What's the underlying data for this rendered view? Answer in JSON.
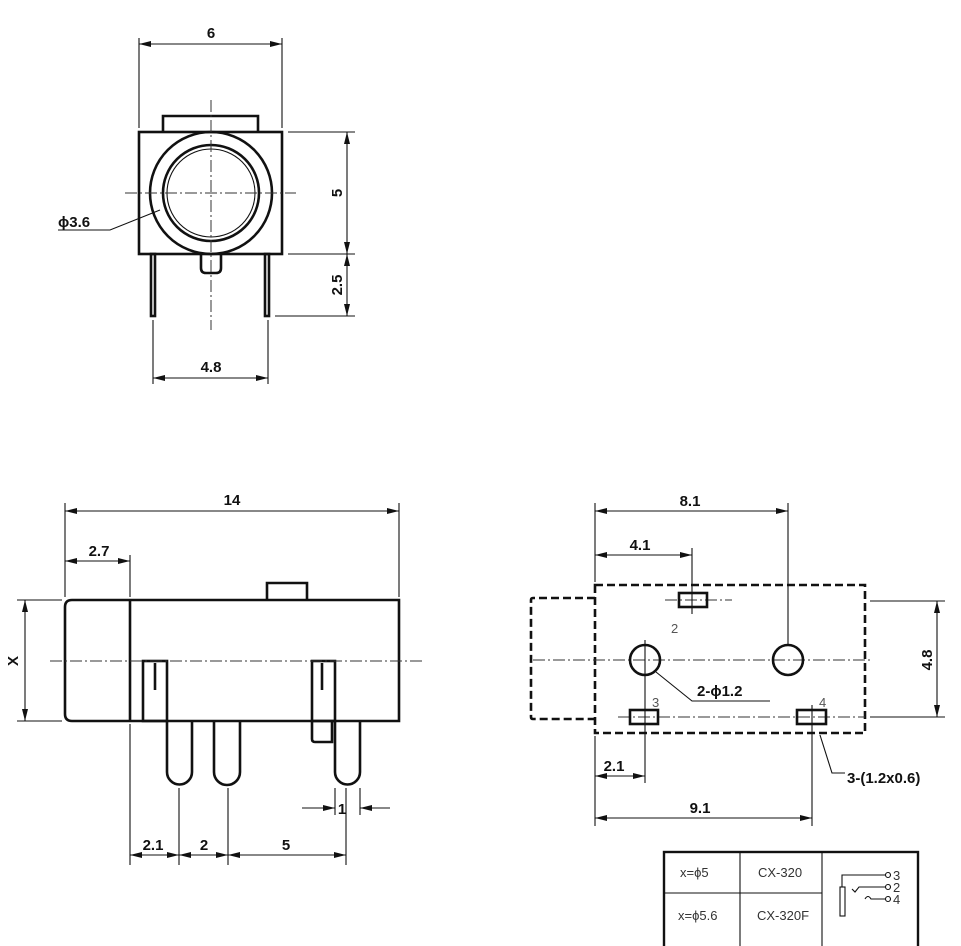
{
  "front_view": {
    "width": "6",
    "height": "5",
    "pin_length": "2.5",
    "pin_spacing": "4.8",
    "bore": "ϕ3.6"
  },
  "side_view": {
    "length": "14",
    "front_length": "2.7",
    "diameter": "X",
    "pin_offset": "2.1",
    "pin_pitch": "2",
    "pin_gap": "5",
    "pin_width": "1"
  },
  "bottom_view": {
    "span": "8.1",
    "pin2_offset": "4.1",
    "width": "4.8",
    "pin3_offset": "2.1",
    "pin4_offset": "9.1",
    "holes": "2-ϕ1.2",
    "pads": "3-(1.2x0.6)",
    "pin_labels": [
      "2",
      "3",
      "4"
    ]
  },
  "table": {
    "rows": [
      {
        "x": "x=ϕ5",
        "model": "CX-320"
      },
      {
        "x": "x=ϕ5.6",
        "model": "CX-320F"
      }
    ],
    "schematic_pins": [
      "3",
      "2",
      "4"
    ]
  }
}
